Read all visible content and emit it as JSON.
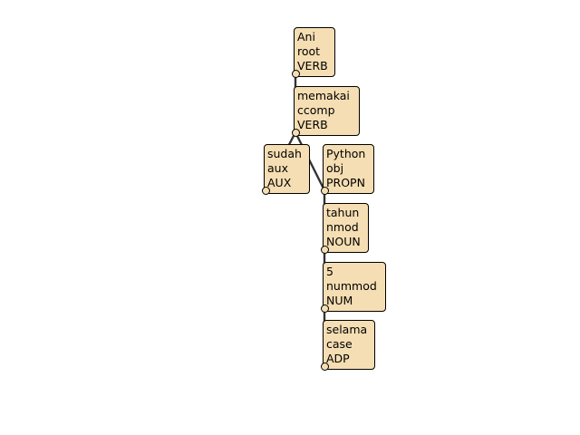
{
  "tree": {
    "nodes": [
      {
        "id": "n0",
        "word": "Ani",
        "deprel": "root",
        "upos": "VERB"
      },
      {
        "id": "n1",
        "word": "memakai",
        "deprel": "ccomp",
        "upos": "VERB"
      },
      {
        "id": "n2",
        "word": "sudah",
        "deprel": "aux",
        "upos": "AUX"
      },
      {
        "id": "n3",
        "word": "Python",
        "deprel": "obj",
        "upos": "PROPN"
      },
      {
        "id": "n4",
        "word": "tahun",
        "deprel": "nmod",
        "upos": "NOUN"
      },
      {
        "id": "n5",
        "word": "5",
        "deprel": "nummod",
        "upos": "NUM"
      },
      {
        "id": "n6",
        "word": "selama",
        "deprel": "case",
        "upos": "ADP"
      }
    ],
    "edges": [
      {
        "from": "n0",
        "to": "n1"
      },
      {
        "from": "n1",
        "to": "n2"
      },
      {
        "from": "n1",
        "to": "n3"
      },
      {
        "from": "n3",
        "to": "n4"
      },
      {
        "from": "n4",
        "to": "n5"
      },
      {
        "from": "n5",
        "to": "n6"
      }
    ],
    "colors": {
      "node_fill": "#f5deb3",
      "node_border": "#000000",
      "edge": "#333333"
    }
  }
}
